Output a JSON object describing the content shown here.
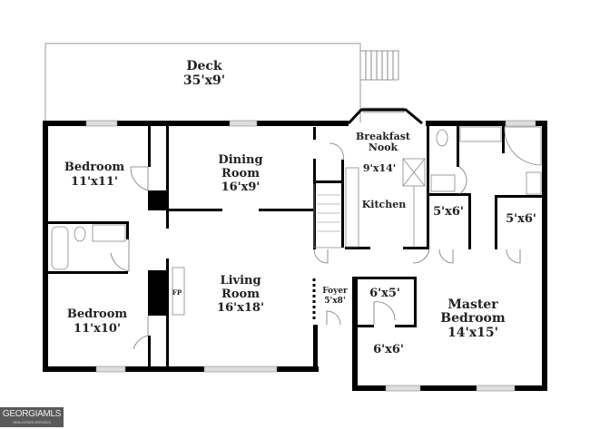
{
  "rooms": {
    "deck": {
      "name": "Deck",
      "size": "35'x9'"
    },
    "bedroom1": {
      "name": "Bedroom",
      "size": "11'x11'"
    },
    "bedroom2": {
      "name": "Bedroom",
      "size": "11'x10'"
    },
    "dining": {
      "name1": "Dining",
      "name2": "Room",
      "size": "16'x9'"
    },
    "living": {
      "name1": "Living",
      "name2": "Room",
      "size": "16'x18'"
    },
    "nook": {
      "name1": "Breakfast",
      "name2": "Nook",
      "size": "9'x14'"
    },
    "kitchen": {
      "name": "Kitchen"
    },
    "foyer": {
      "name": "Foyer",
      "size": "5'x8'"
    },
    "fireplace": {
      "name": "FP"
    },
    "closet1": {
      "size": "5'x6'"
    },
    "closet2": {
      "size": "5'x6'"
    },
    "closet3": {
      "size": "6'x5'"
    },
    "closet4": {
      "size": "6'x6'"
    },
    "master": {
      "name1": "Master",
      "name2": "Bedroom",
      "size": "14'x15'"
    }
  },
  "logo": {
    "text": "GEORGIAMLS",
    "subtext": "REAL ESTATE SERVICES"
  },
  "colors": {
    "wall": "#000000",
    "window": "#cccccc",
    "logo_bg": "#5a5a5a"
  }
}
